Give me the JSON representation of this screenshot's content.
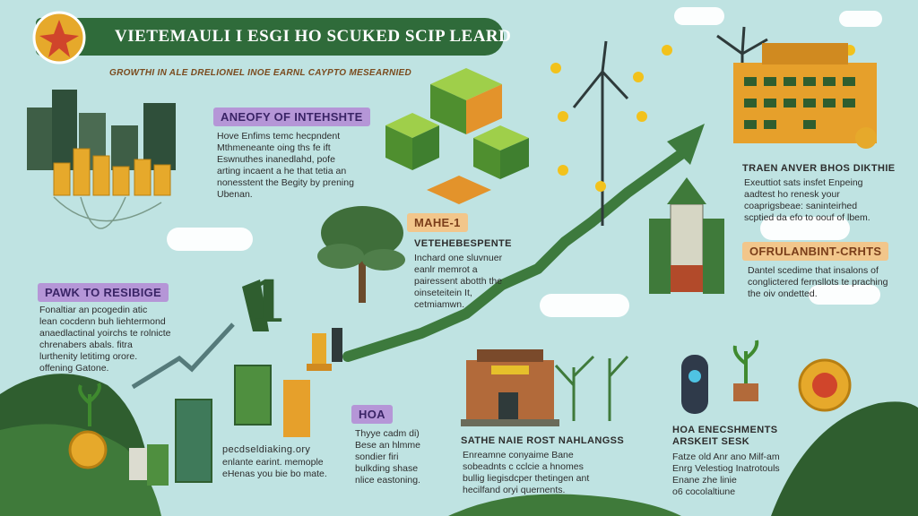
{
  "header": {
    "title": "VIETEMAULI I ESGI HO SCUKED SCIP LEARD",
    "subtitle": "GROWTHI IN ALE DRELIONEL INOE EARNL CAYPTO MESEARNIED"
  },
  "section_left_top": {
    "tag": "ANEOFY OF INTEHSHTE",
    "lines": [
      "Hove Enfims temc hecpndent",
      "Mthmeneante oing ths fe ift",
      "Eswnuthes inanedlahd, pofe",
      "arting incaent a he that tetia an",
      "nonesstent the Begity by prening",
      "Ubenan."
    ]
  },
  "section_left_mid": {
    "tag": "PAWK TO RESIBIGE",
    "lines": [
      "Fonaltiar an pcogedin atic",
      "lean cocdenn buh liehtermond",
      "anaedlactinal yoirchs te rolnicte",
      "chrenabers abals. fitra",
      "lurthenity letitimg orore.",
      "offening Gatone."
    ]
  },
  "section_center_left": {
    "tag": "MAHE-1",
    "heading": "VETEHEBESPENTE",
    "lines": [
      "Inchard one sluvnuer",
      "eanlr memrot a",
      "pairessent abotth the",
      "oinseteitein It,",
      "cetmiamwn."
    ]
  },
  "section_bottom_left": {
    "heading": "pecdseldiaking.ory",
    "lines": [
      "enlante earint. memople",
      "eHenas you bie bo mate."
    ]
  },
  "section_bottom_center_left": {
    "tag": "HOA",
    "lines": [
      "Thyye cadm di)",
      "Bese an hlmme",
      "sondier firi",
      "bulkding shase",
      "nlice eastoning."
    ]
  },
  "section_bottom_center": {
    "heading": "SATHE NAIE ROST NAHLANGSS",
    "lines": [
      "Enreamne conyaime Bane",
      "sobeadnts c cclcie a hnomes",
      "bullig liegisdcper thetingen ant",
      "hecilfand oryi quernents."
    ]
  },
  "section_right_top": {
    "heading": "TRAEN ANVER BHOS DIKTHIE",
    "lines": [
      "Exeuttiot sats insfet Enpeing",
      "aadtest ho renesk your",
      "coaprigsbeae: saninteirhed",
      "scptied da efo to oouf of lbem."
    ]
  },
  "section_right_mid": {
    "tag": "OFRULANBINT-CRHTS",
    "lines": [
      "Dantel scedime that insalons of",
      "conglictered fernsllots te praching",
      "the oiv ondetted."
    ]
  },
  "section_bottom_right": {
    "heading": "HOA ENECSHMENTS ARSKEIT SESK",
    "lines": [
      "Fatze old Anr ano Milf-am",
      "Enrg Velestiog Inatrotouls",
      "Enane zhe linie",
      "o6 cocolaltiune"
    ]
  },
  "chart_label": "1",
  "colors": {
    "background": "#bfe3e2",
    "title_bar": "#2f6b3a",
    "tag_purple": "#b596d7",
    "tag_orange": "#f2c68b",
    "arrow_green": "#3d7a3d",
    "coin_gold": "#e6a92b"
  }
}
